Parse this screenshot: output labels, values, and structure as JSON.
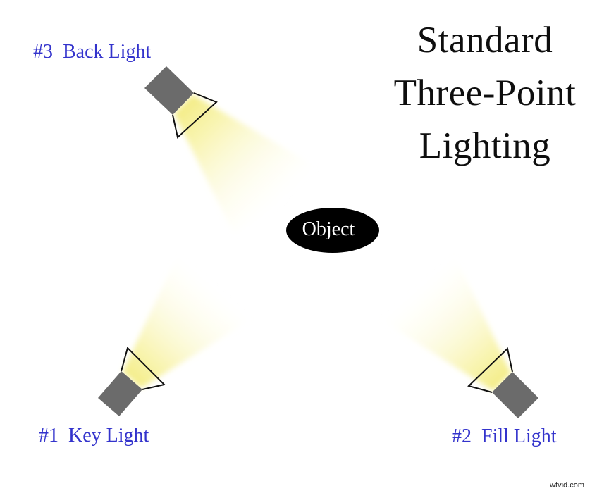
{
  "title": {
    "lines": [
      "Standard",
      "Three-Point",
      "Lighting"
    ]
  },
  "object": {
    "label": "Object"
  },
  "lights": {
    "key": {
      "label": "#1  Key Light"
    },
    "fill": {
      "label": "#2  Fill Light"
    },
    "back": {
      "label": "#3  Back Light"
    }
  },
  "watermark": "wtvid.com",
  "colors": {
    "background": "#ffffff",
    "title_text": "#0e0e0e",
    "label_blue": "#3333cc",
    "fixture_gray": "#6b6b6b",
    "cone_outline": "#111111",
    "beam_yellow": "#f5ee8c",
    "object_fill": "#000000",
    "object_text": "#ffffff"
  }
}
